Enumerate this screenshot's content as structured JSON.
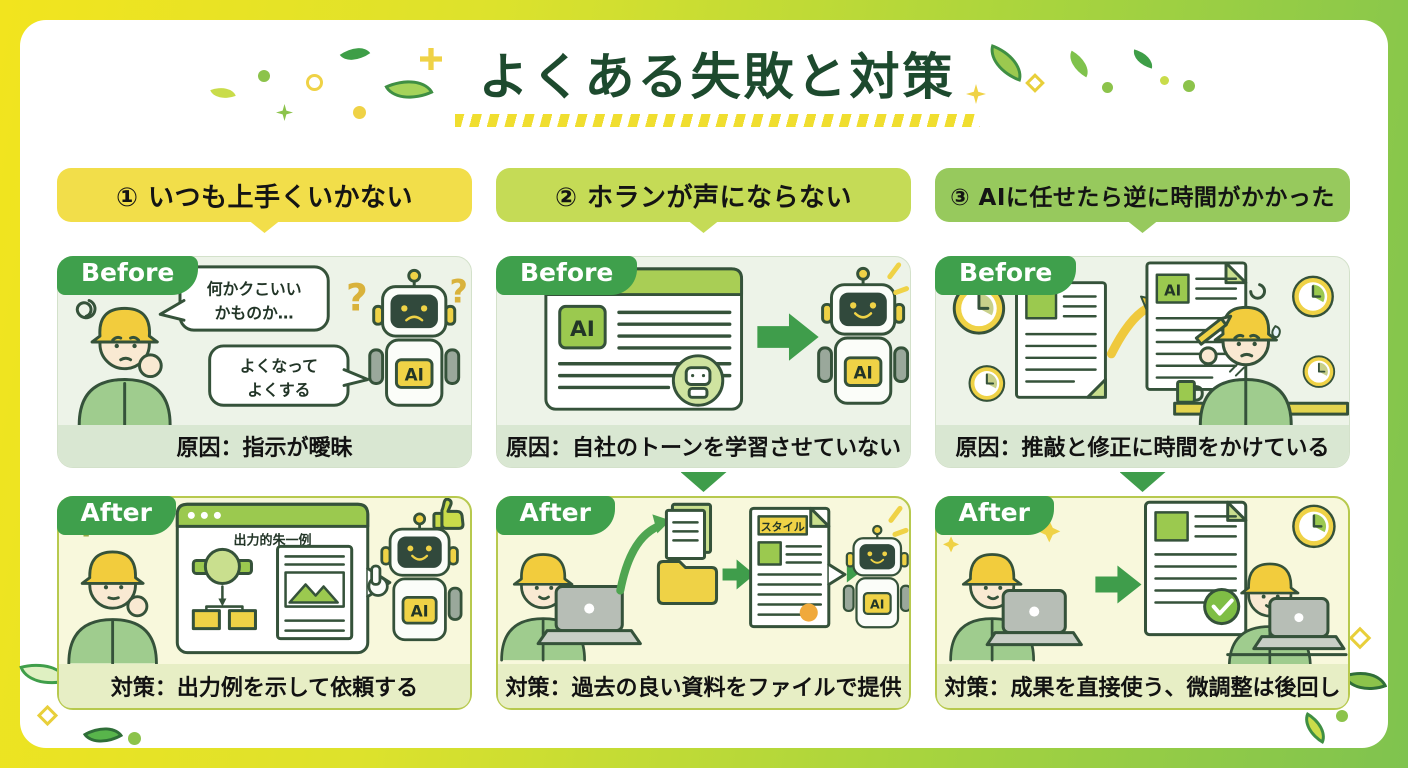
{
  "title": "よくある失敗と対策",
  "pill": {
    "before": "Before",
    "after": "After"
  },
  "shared": {
    "ai_badge": "AI",
    "question_mark": "?"
  },
  "columns": [
    {
      "header": "① いつも上手くいかない",
      "before": {
        "caption": "原因：指示が曖昧",
        "speech_bubble_1": [
          "何かクこいい",
          "かものか…"
        ],
        "speech_bubble_2": [
          "よくなって",
          "よくする"
        ]
      },
      "after": {
        "caption": "対策：出力例を示して依頼する",
        "window_title": "出力的朱一例"
      }
    },
    {
      "header": "② ホランが声にならない",
      "before": {
        "caption": "原因：自社のトーンを学習させていない"
      },
      "after": {
        "caption": "対策：過去の良い資料をファイルで提供",
        "doc_label": "スタイル"
      }
    },
    {
      "header": "③ AIに任せたら逆に時間がかかった",
      "before": {
        "caption": "原因：推敲と修正に時間をかけている"
      },
      "after": {
        "caption": "対策：成果を直接使う、微調整は後回し"
      }
    }
  ],
  "colors": {
    "frame_gradient_left": "#F2E41E",
    "frame_gradient_right": "#7FC34F",
    "title_text": "#1D4A2E",
    "underline_yellow": "#F0DE2F",
    "header_1_bg": "#F2DE4A",
    "header_2_bg": "#C5DB56",
    "header_3_bg": "#97C95D",
    "pill_green": "#3FA04C",
    "before_panel_bg": "#EDF3E8",
    "before_caption_bg": "#D9E7D2",
    "after_panel_bg": "#F8F8DC",
    "after_panel_border": "#B7C94E",
    "after_caption_bg": "#E7EEC5",
    "connector_green": "#3F9D4B",
    "caption_text": "#121212",
    "outline_dark": "#35523A",
    "accent_yellow": "#EFD246",
    "accent_green": "#9BC94F"
  },
  "icons": {
    "leaf": "leaf-icon",
    "sparkle": "sparkle-icon",
    "ring": "ring-icon",
    "diamond": "diamond-icon",
    "dot": "dot-icon",
    "robot": "robot-icon",
    "worker": "worker-icon",
    "speech_bubble": "speech-bubble",
    "browser": "browser-window-icon",
    "arrow": "arrow-right-icon",
    "curved_arrow": "curved-arrow-icon",
    "clock": "clock-icon",
    "document": "document-icon",
    "folder": "folder-icon",
    "laptop": "laptop-icon",
    "check": "checkmark-icon",
    "thumbs_up": "thumbs-up-icon",
    "question": "question-mark-icon",
    "stamp": "stamp-icon",
    "mug": "mug-icon",
    "pencil": "pencil-icon",
    "desk": "desk-icon"
  }
}
